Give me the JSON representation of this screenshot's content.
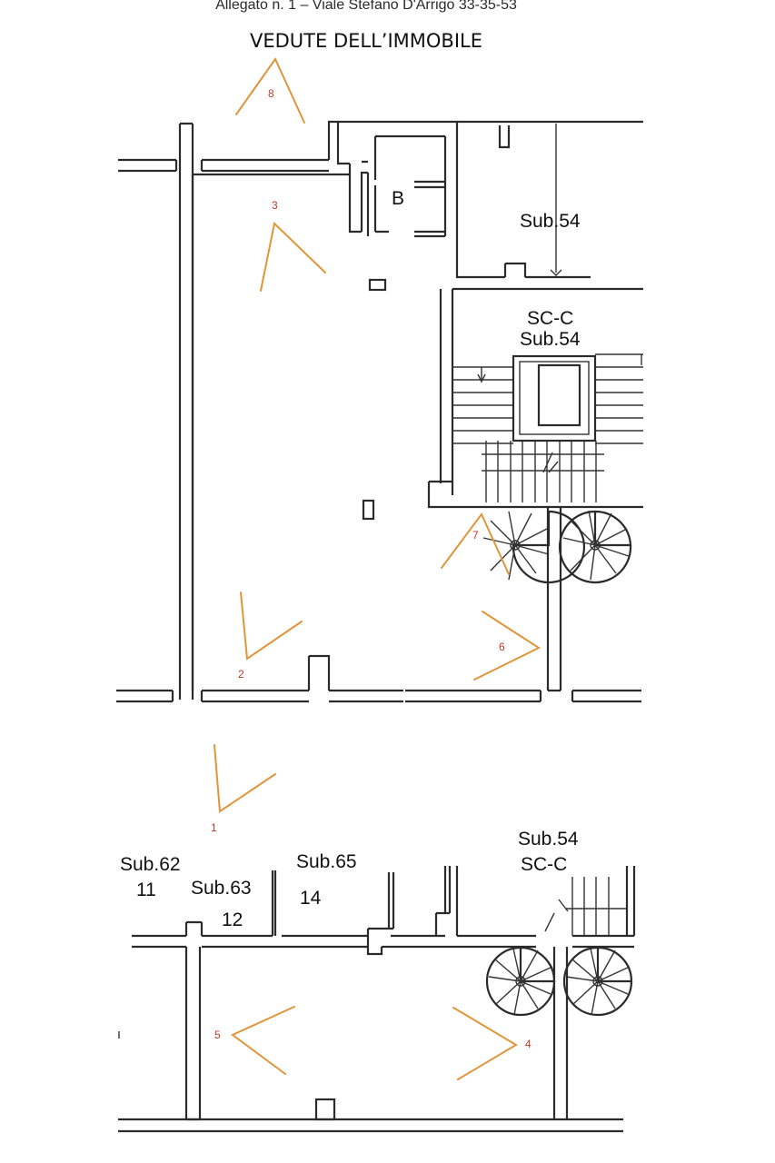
{
  "header": {
    "caption": "Allegato n. 1 – Viale Stefano D'Arrigo 33-35-53",
    "title": "VEDUTE DELL’IMMOBILE"
  },
  "colors": {
    "view_marker": "#e0953a",
    "view_number": "#c0392b",
    "wall": "#2b2b2b"
  },
  "plan_top": {
    "room_b": "B",
    "sub54": "Sub.54",
    "stair_sc": "SC-C",
    "stair_sub": "Sub.54"
  },
  "plan_bottom": {
    "sub62": "Sub.62",
    "sub62_num": "11",
    "sub63": "Sub.63",
    "sub63_num": "12",
    "sub65": "Sub.65",
    "sub65_num": "14",
    "sub54": "Sub.54",
    "stair_sc": "SC-C"
  },
  "views": [
    "1",
    "2",
    "3",
    "4",
    "5",
    "6",
    "7",
    "8"
  ]
}
